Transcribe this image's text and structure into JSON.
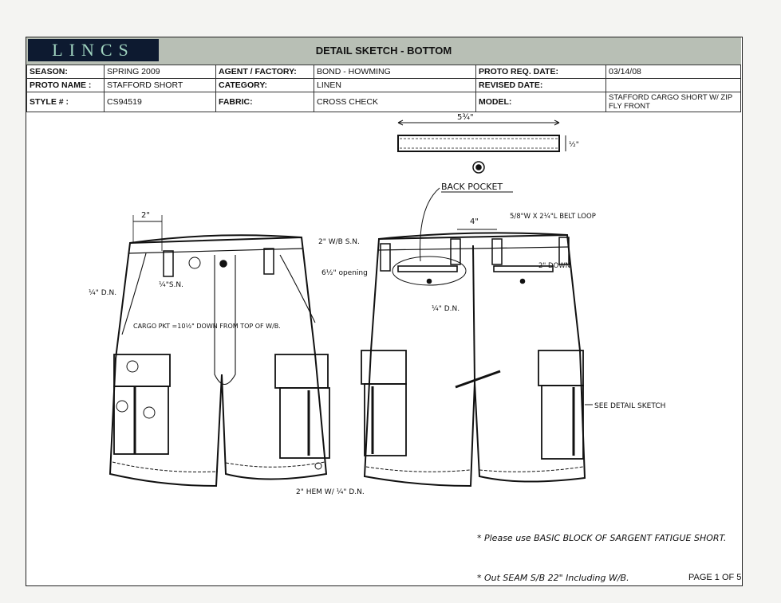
{
  "header": {
    "logo": "LINCS",
    "title": "DETAIL SKETCH - BOTTOM"
  },
  "info": {
    "season_label": "SEASON:",
    "season": "SPRING 2009",
    "agent_label": "AGENT / FACTORY:",
    "agent": "BOND - HOWMING",
    "proto_date_label": "PROTO REQ. DATE:",
    "proto_date": "03/14/08",
    "proto_name_label": "PROTO NAME :",
    "proto_name": "STAFFORD SHORT",
    "category_label": "CATEGORY:",
    "category": "LINEN",
    "revised_label": "REVISED DATE:",
    "revised": "",
    "style_label": "STYLE # :",
    "style": "CS94519",
    "fabric_label": "FABRIC:",
    "fabric": "CROSS CHECK",
    "model_label": "MODEL:",
    "model": "STAFFORD CARGO SHORT W/ ZIP FLY FRONT"
  },
  "annotations": {
    "waistband_width": "5¾\"",
    "waistband_height": "½\"",
    "back_pocket": "BACK POCKET",
    "loop_spacing": "2\"",
    "wb_sn": "2\" W/B S.N.",
    "opening": "6½\" opening",
    "sn_quarter": "¼\"S.N.",
    "dn_left": "¼\" D.N.",
    "cargo_pkt": "CARGO PKT =10½\" DOWN FROM TOP OF W/B.",
    "back_spacing": "4\"",
    "belt_loop": "5/8\"W X 2¼\"L BELT LOOP",
    "two_down": "2\" DOWN",
    "back_dn": "¼\" D.N.",
    "see_detail": "SEE DETAIL SKETCH",
    "hem": "2\" HEM W/ ¼\" D.N.",
    "note1": "* Please use BASIC BLOCK OF SARGENT FATIGUE SHORT.",
    "note2": "* Out SEAM S/B 22\" Including W/B."
  },
  "footer": {
    "page": "PAGE 1 OF 5"
  }
}
